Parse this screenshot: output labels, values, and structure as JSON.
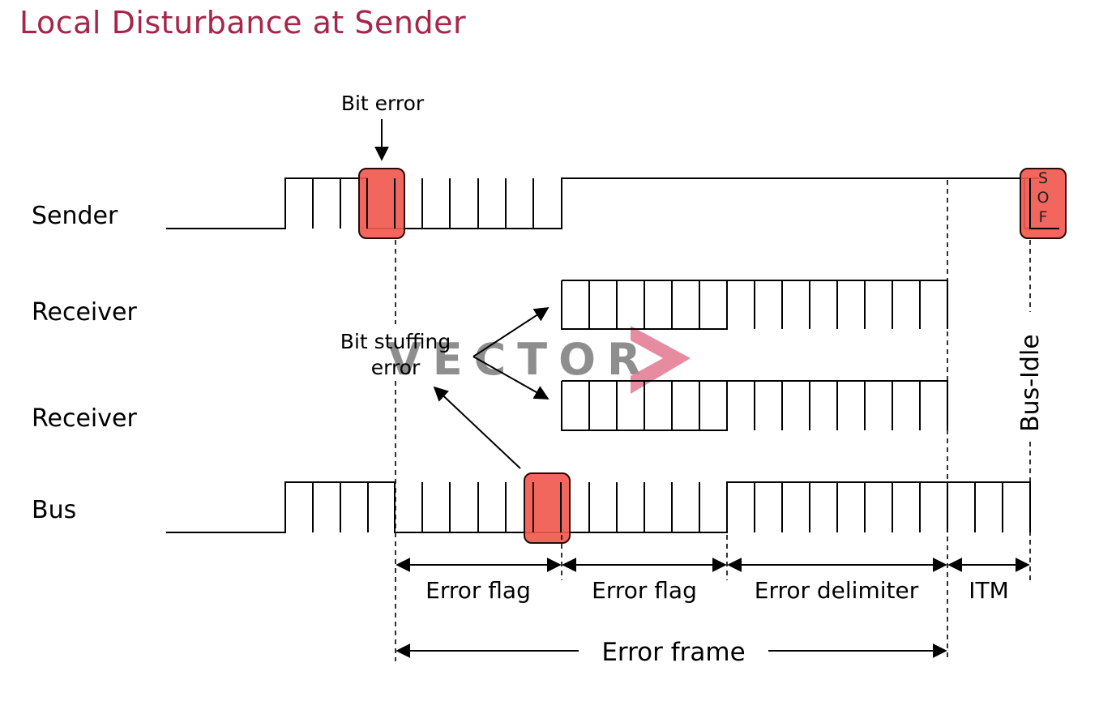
{
  "title": "Local Disturbance at Sender",
  "colors": {
    "title": "#a8254a",
    "error_highlight": "#f05a4f",
    "watermark_arrow": "#e3788f",
    "watermark_text": "#7a7a7a"
  },
  "rows": {
    "sender": "Sender",
    "receiver1": "Receiver",
    "receiver2": "Receiver",
    "bus": "Bus"
  },
  "annotations": {
    "bit_error": "Bit error",
    "bit_stuffing_error_line1": "Bit stuffing",
    "bit_stuffing_error_line2": "error",
    "bus_idle": "Bus-Idle"
  },
  "sof": {
    "s": "S",
    "o": "O",
    "f": "F"
  },
  "segments": {
    "error_flag_1": "Error flag",
    "error_flag_2": "Error flag",
    "error_delimiter": "Error delimiter",
    "itm": "ITM",
    "error_frame": "Error frame"
  },
  "watermark": {
    "text": "VECTOR",
    "icon": "chevron-right-icon"
  }
}
